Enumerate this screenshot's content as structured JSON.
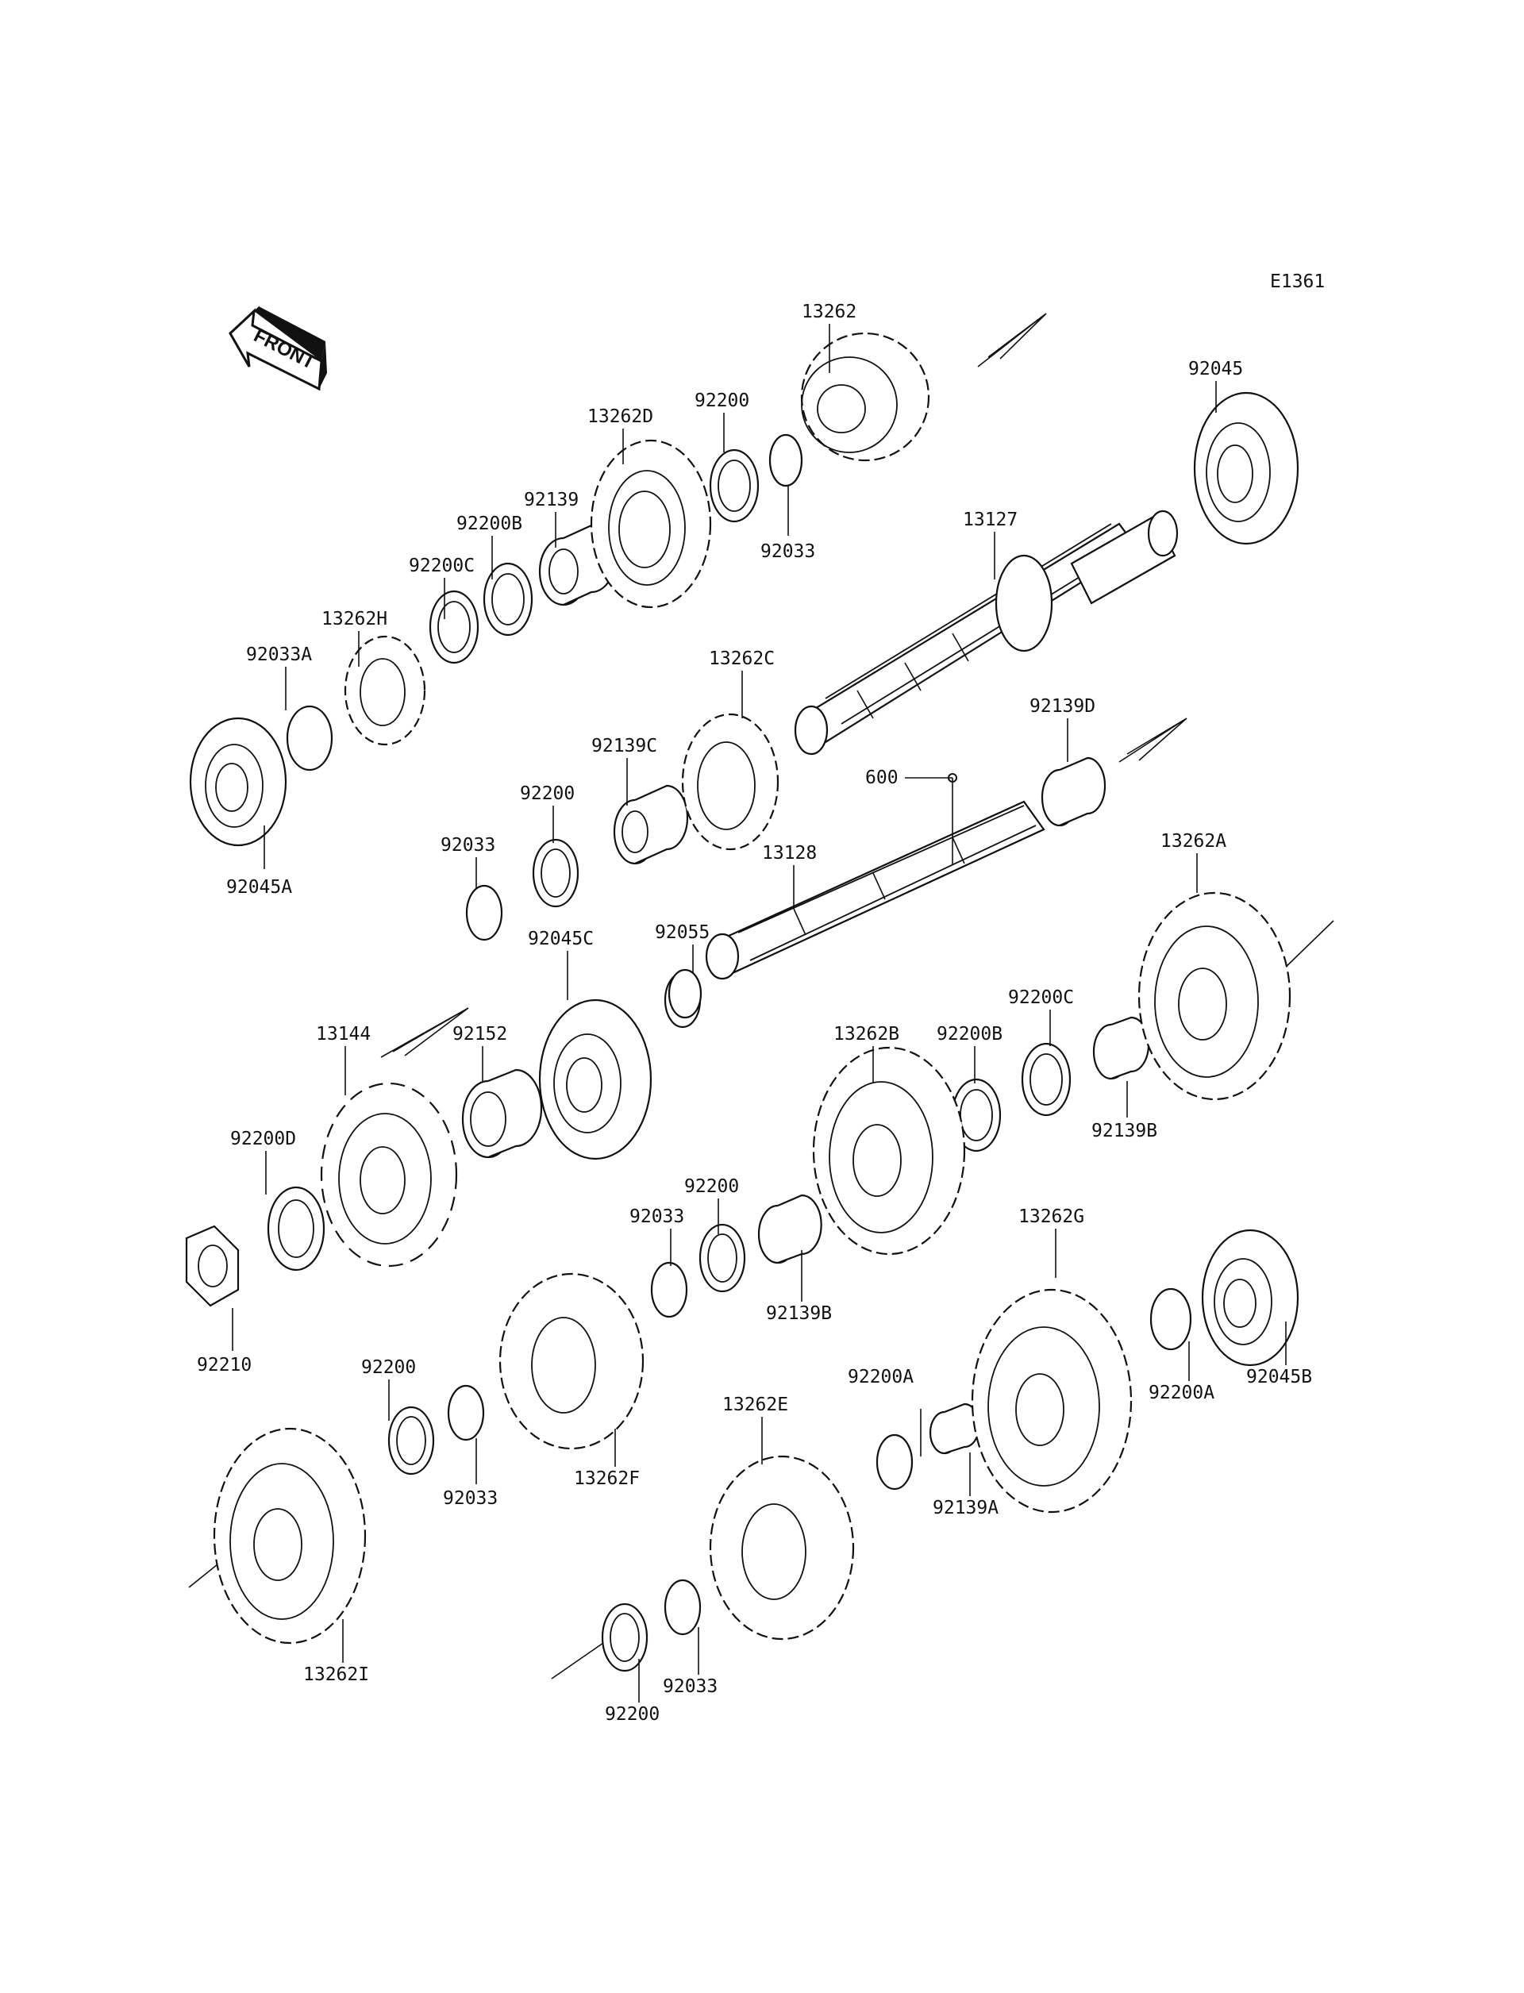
{
  "diagram_code": "E1361",
  "front_label": "FRONT",
  "labels": [
    {
      "text": "13262"
    },
    {
      "text": "92045"
    },
    {
      "text": "13262D"
    },
    {
      "text": "92200"
    },
    {
      "text": "92139"
    },
    {
      "text": "92033"
    },
    {
      "text": "92200B"
    },
    {
      "text": "13127"
    },
    {
      "text": "92200C"
    },
    {
      "text": "13262H"
    },
    {
      "text": "92033A"
    },
    {
      "text": "13262C"
    },
    {
      "text": "92139D"
    },
    {
      "text": "92139C"
    },
    {
      "text": "600"
    },
    {
      "text": "92200"
    },
    {
      "text": "13262A"
    },
    {
      "text": "92045A"
    },
    {
      "text": "92033"
    },
    {
      "text": "13128"
    },
    {
      "text": "92055"
    },
    {
      "text": "92045C"
    },
    {
      "text": "92200C"
    },
    {
      "text": "13144"
    },
    {
      "text": "92152"
    },
    {
      "text": "13262B"
    },
    {
      "text": "92200B"
    },
    {
      "text": "92139B"
    },
    {
      "text": "92200D"
    },
    {
      "text": "92200"
    },
    {
      "text": "92033"
    },
    {
      "text": "13262G"
    },
    {
      "text": "92139B"
    },
    {
      "text": "92210"
    },
    {
      "text": "92200"
    },
    {
      "text": "92200A"
    },
    {
      "text": "13262E"
    },
    {
      "text": "92200A"
    },
    {
      "text": "92045B"
    },
    {
      "text": "92033"
    },
    {
      "text": "13262F"
    },
    {
      "text": "92139A"
    },
    {
      "text": "13262I"
    },
    {
      "text": "92033"
    },
    {
      "text": "92200"
    }
  ]
}
